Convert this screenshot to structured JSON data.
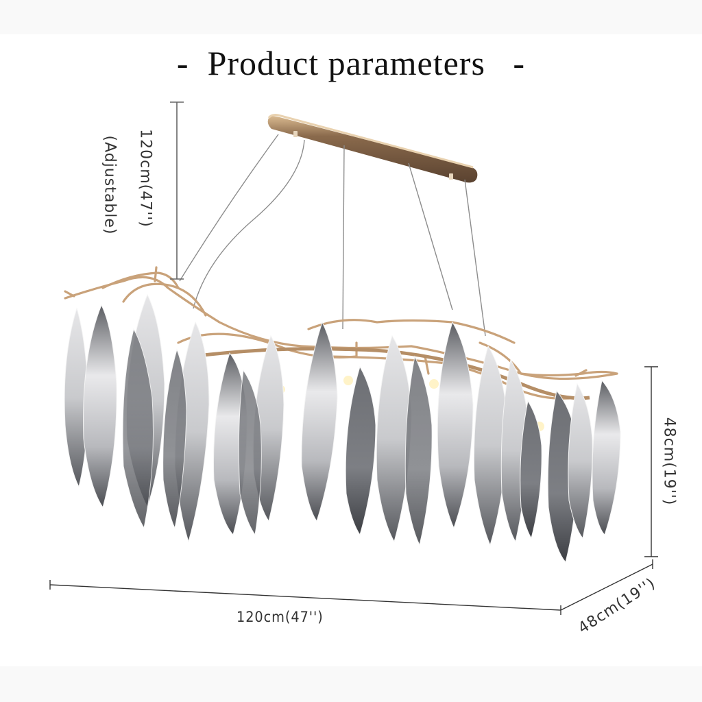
{
  "page": {
    "background_color": "#ffffff",
    "band_color": "#f9f9f9"
  },
  "header": {
    "title": "Product parameters",
    "left_dash": "-",
    "right_dash": "-"
  },
  "product": {
    "name": "leaf glass chandelier",
    "frame_color": "#c9a27a",
    "canopy_color": "#6b4f36",
    "glass_light": "#e8e8ea",
    "glass_dark": "#55575c"
  },
  "dimensions": {
    "hanging_height": {
      "value": "120cm(47'')",
      "note": "(Adjustable)"
    },
    "body_height": {
      "value": "48cm(19'')"
    },
    "length": {
      "value": "120cm(47'')"
    },
    "depth": {
      "value": "48cm(19'')"
    },
    "line_color": "#333333"
  }
}
